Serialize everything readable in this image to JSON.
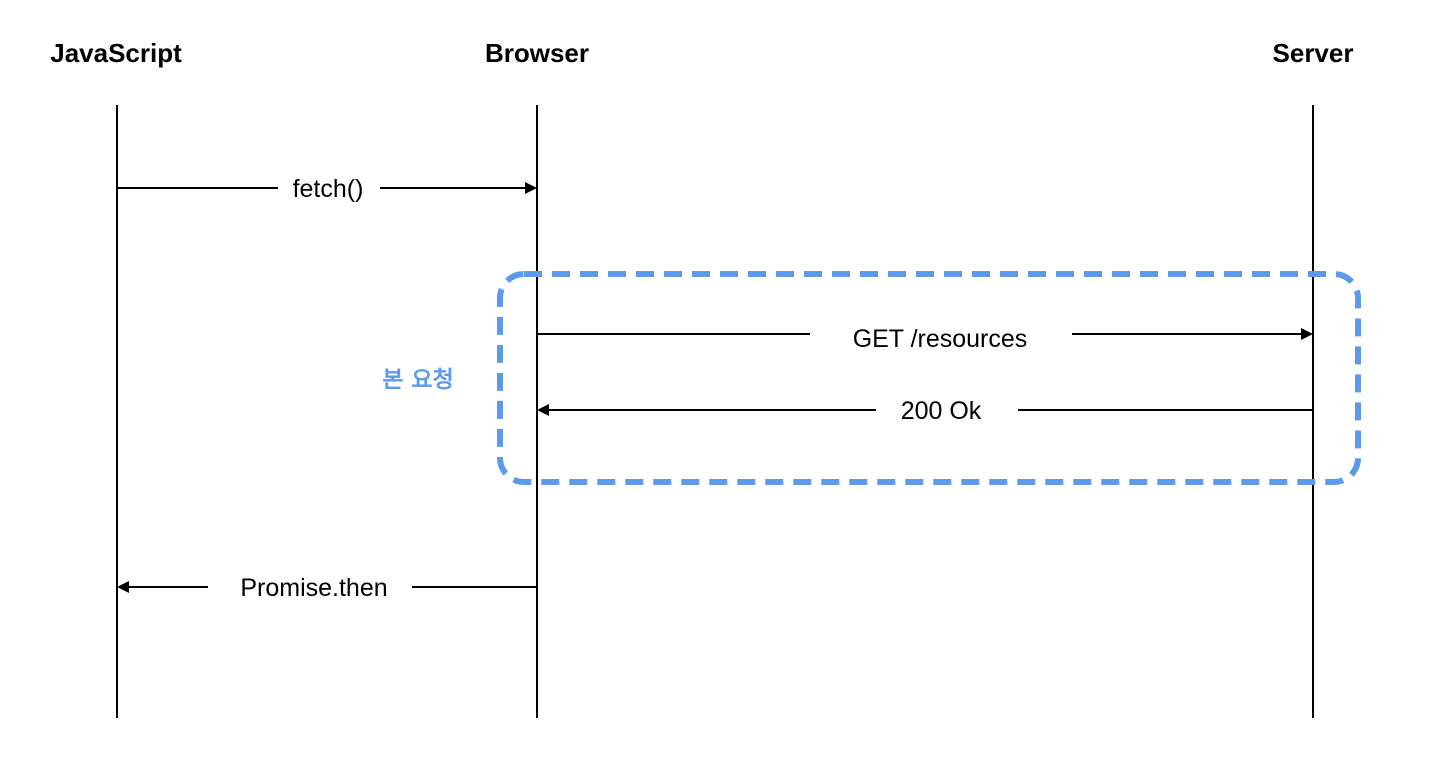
{
  "actors": {
    "javascript": "JavaScript",
    "browser": "Browser",
    "server": "Server"
  },
  "messages": {
    "fetch": "fetch()",
    "get_resources": "GET /resources",
    "ok": "200 Ok",
    "promise_then": "Promise.then"
  },
  "group": {
    "label": "본 요청",
    "color": "#5b9bea"
  }
}
